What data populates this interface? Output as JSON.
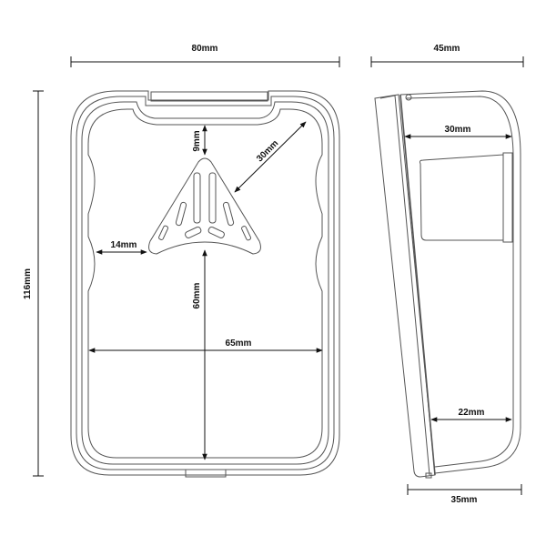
{
  "front_view": {
    "width_label": "80mm",
    "height_label": "116mm",
    "top_gap_label": "9mm",
    "diagonal_label": "30mm",
    "side_gap_label": "14mm",
    "inner_height_label": "60mm",
    "inner_width_label": "65mm"
  },
  "side_view": {
    "depth_label": "45mm",
    "top_inner_label": "30mm",
    "bottom_inner_label": "22mm",
    "base_depth_label": "35mm"
  },
  "colors": {
    "line": "#555555",
    "dimension": "#111111"
  }
}
